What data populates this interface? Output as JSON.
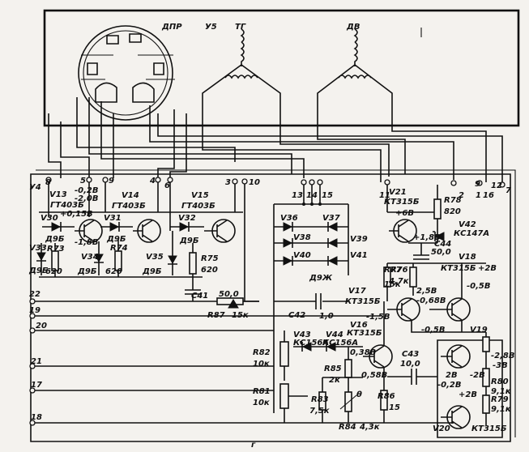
{
  "blocks": {
    "dpr": "ДПР",
    "u5": "У5",
    "tg": "ТГ",
    "dv": "ДВ",
    "u4": "У4"
  },
  "pins_top": [
    "8",
    "5",
    "9",
    "4",
    "6",
    "3",
    "10",
    "13",
    "14",
    "15",
    "11",
    "2",
    "9",
    "1",
    "16",
    "12",
    "7"
  ],
  "pins_left": [
    "22",
    "19",
    "20",
    "21",
    "17",
    "18"
  ],
  "caption": "г",
  "labels": {
    "v13": "V13",
    "v13_v1": "-0,2В",
    "v13_v2": "-2,0В",
    "v13_v3": "+0,15В",
    "v13_type": "ГТ403Б",
    "v14": "V14",
    "v14_type": "ГТ403Б",
    "v15": "V15",
    "v15_type": "ГТ403Б",
    "v30": "V30",
    "v31": "V31",
    "v32": "V32",
    "v33": "V33",
    "d9b_1": "Д9Б",
    "d9b_2": "Д9Б",
    "d9b_3": "Д9Б",
    "d9b_4": "Д9Б",
    "d9b_5": "Д9Б",
    "d9b_6": "Д9Б",
    "v34": "V34",
    "v35": "V35",
    "m18v": "-1,8В",
    "r73": "R73",
    "r73v": "620",
    "r74": "R74",
    "r74v": "620",
    "r75": "R75",
    "r75v": "620",
    "c41": "C41",
    "c41v": "50,0",
    "r87": "R87",
    "r87v": "15к",
    "v36": "V36",
    "v37": "V37",
    "v38": "V38",
    "v39": "V39",
    "v40": "V40",
    "v41": "V41",
    "d9zh": "Д9Ж",
    "c42": "C42",
    "c42v": "1,0",
    "v21": "V21",
    "v21_type": "КТ315Б",
    "p6v": "+6В",
    "p18v": "+1,8В",
    "r78": "R78",
    "r78v": "820",
    "v42": "V42",
    "v42_type": "КС147А",
    "c44": "C44",
    "c44v": "50,0",
    "r77": "R77",
    "r77v": "15к",
    "r76": "R76",
    "r76v": "4,7к",
    "v17": "V17",
    "v17_type": "КТ315Б",
    "v18": "V18",
    "v18_type": "КТ315Б",
    "p2v_a": "+2В",
    "m05v_a": "-0,5В",
    "p25v": "2,5В",
    "p068v": "-0,68В",
    "m05v_b": "-0,5В",
    "v16": "V16",
    "v16_v": "-1,5В",
    "v16_type": "КТ315Б",
    "v43": "V43",
    "v43_type": "КС156А",
    "v44": "V44",
    "v44_type": "КС156А",
    "p038v": "0,38В",
    "p058v": "0,58В",
    "r82": "R82",
    "r82v": "10к",
    "r81": "R81",
    "r81v": "10к",
    "r85": "R85",
    "r85v": "2к",
    "r83": "R83",
    "r83v": "7,5к",
    "r84": "R84",
    "r84v": "4,3к",
    "r86": "R86",
    "r86v": "15",
    "c43": "C43",
    "c43v": "10,0",
    "v19": "V19",
    "r80": "R80",
    "r80v": "9,1к",
    "r79": "R79",
    "r79v": "9,1к",
    "p2b_b": "2В",
    "m2b": "-2В",
    "m28v": "-2,8В",
    "m38v": "-3В",
    "p2b_c": "+2В",
    "m02b": "-0,2В",
    "v20": "V20",
    "v20_type": "КТ315Б",
    "theta": "θ"
  }
}
